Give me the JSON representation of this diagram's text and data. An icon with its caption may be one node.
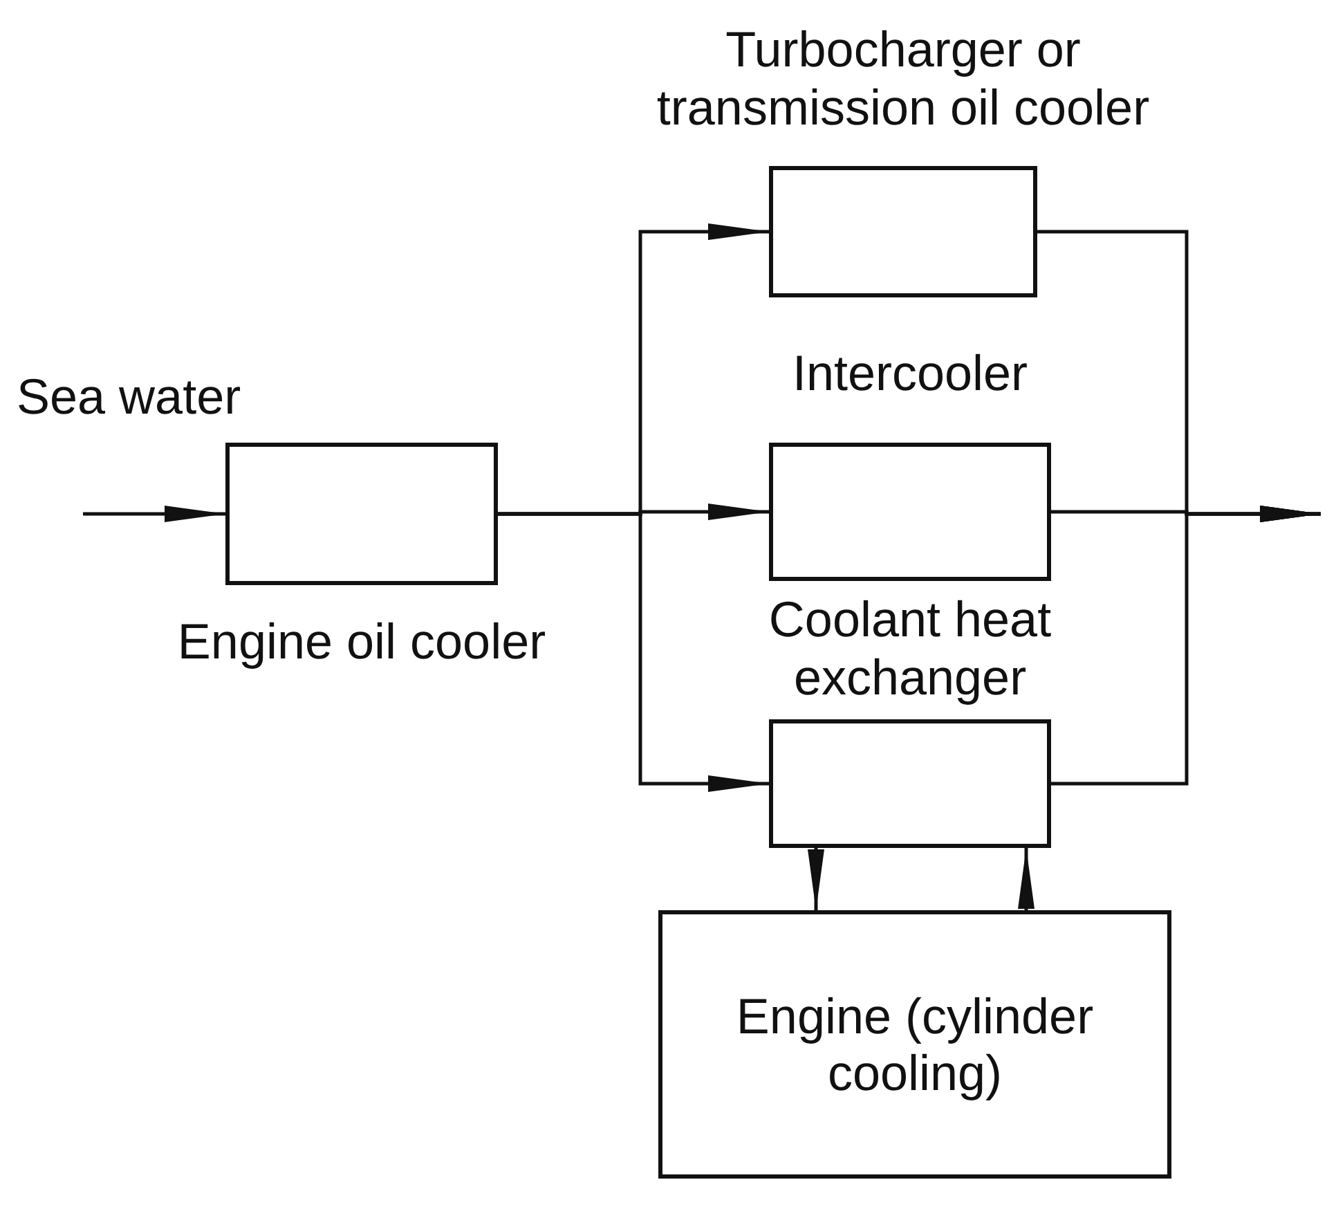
{
  "diagram": {
    "nodes": [
      {
        "text": [
          "Engine oil cooler"
        ]
      },
      {
        "text": [
          "Turbocharger or transmission oil cooler"
        ]
      },
      {
        "text": [
          "Intercooler"
        ]
      },
      {
        "text": [
          "Coolant heat exchanger"
        ]
      },
      {
        "text": [
          "Engine (cylinder cooling)"
        ]
      }
    ],
    "edges": [
      {
        "from": null,
        "to": 0,
        "arrow": "to",
        "label": "Sea water"
      },
      {
        "from": 0,
        "to": 1,
        "arrow": "to"
      },
      {
        "from": 0,
        "to": 2,
        "arrow": "to"
      },
      {
        "from": 0,
        "to": 3,
        "arrow": "to"
      },
      {
        "from": 1,
        "to": null,
        "arrow": "to"
      },
      {
        "from": 2,
        "to": null,
        "arrow": "to"
      },
      {
        "from": 3,
        "to": null,
        "arrow": "to"
      },
      {
        "from": 3,
        "to": 4,
        "arrow": "to"
      },
      {
        "from": 4,
        "to": 3,
        "arrow": "to"
      }
    ]
  }
}
